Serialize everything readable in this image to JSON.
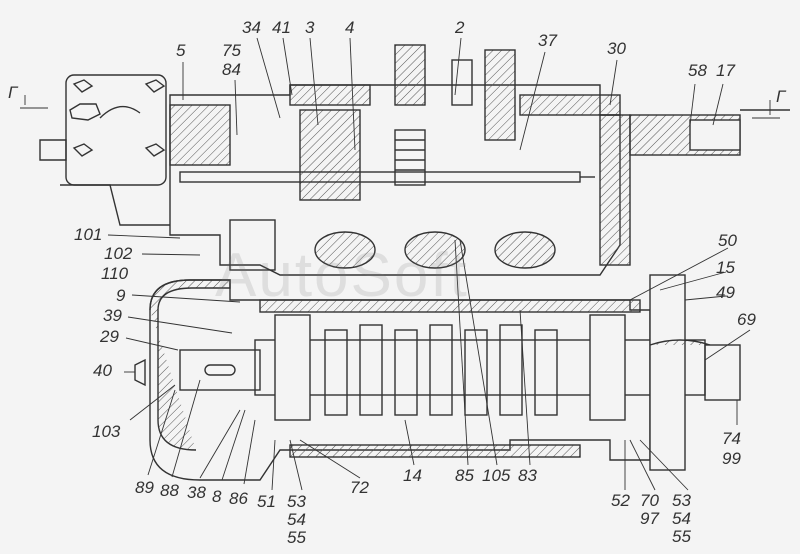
{
  "section_marker": "Г",
  "watermark": "AutoSoft",
  "callouts": {
    "top": [
      "5",
      "75",
      "84",
      "34",
      "41",
      "3",
      "4",
      "2",
      "37",
      "30",
      "58",
      "17"
    ],
    "left": [
      "101",
      "102",
      "110",
      "9",
      "39",
      "29",
      "40",
      "103"
    ],
    "right": [
      "50",
      "15",
      "49",
      "69",
      "74",
      "99"
    ],
    "bottom": [
      "89",
      "88",
      "38",
      "8",
      "86",
      "51",
      "53",
      "54",
      "55",
      "72",
      "14",
      "85",
      "105",
      "83",
      "52",
      "70",
      "97",
      "53",
      "54",
      "55"
    ]
  }
}
